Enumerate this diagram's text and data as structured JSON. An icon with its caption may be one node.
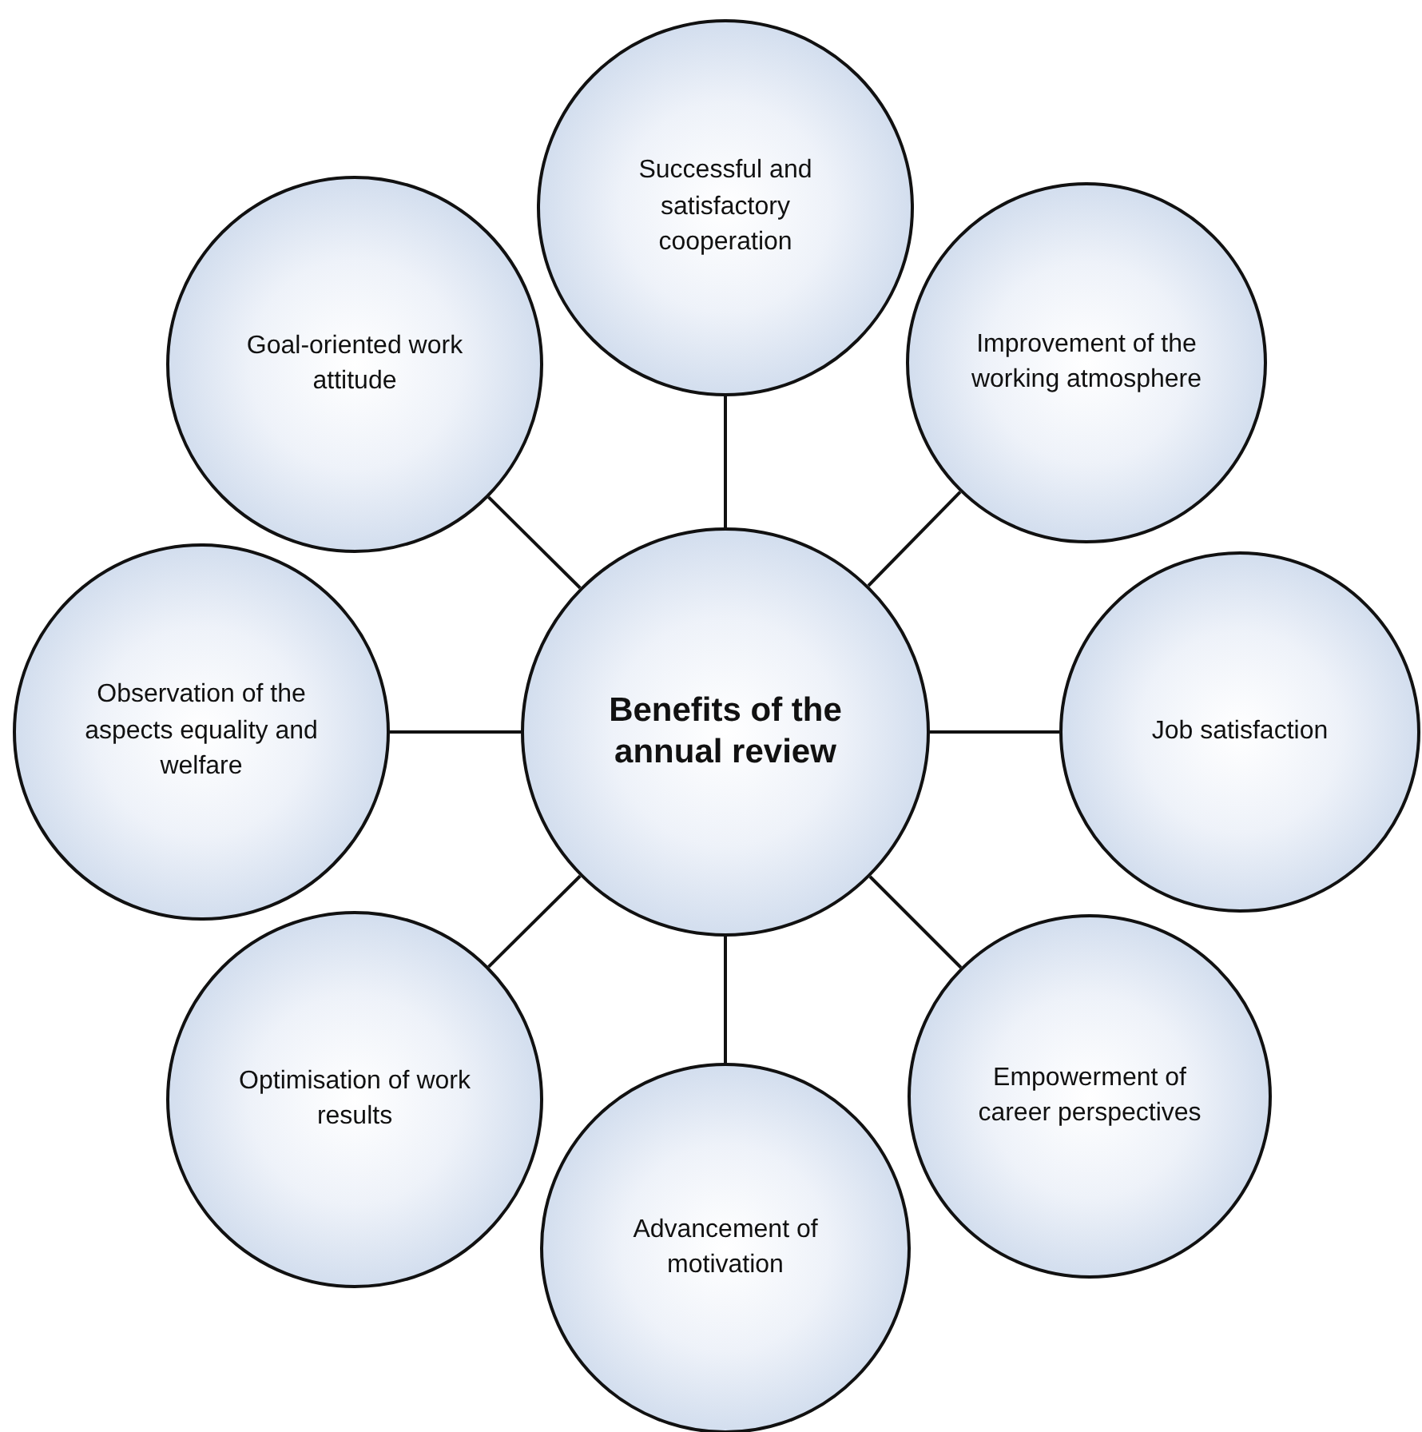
{
  "diagram": {
    "nodes": [
      {
        "text": [
          "Benefits of the annual review"
        ]
      },
      {
        "text": [
          "Successful and satisfactory cooperation"
        ]
      },
      {
        "text": [
          "Improvement of the working atmosphere"
        ]
      },
      {
        "text": [
          "Job satisfaction"
        ]
      },
      {
        "text": [
          "Empowerment of career perspectives"
        ]
      },
      {
        "text": [
          "Advancement of motivation"
        ]
      },
      {
        "text": [
          "Optimisation of work results"
        ]
      },
      {
        "text": [
          "Observation of the aspects equality and welfare"
        ]
      },
      {
        "text": [
          "Goal-oriented work attitude"
        ]
      }
    ],
    "edges": [
      {
        "from": 0,
        "to": 1,
        "arrow": "none"
      },
      {
        "from": 0,
        "to": 2,
        "arrow": "none"
      },
      {
        "from": 0,
        "to": 3,
        "arrow": "none"
      },
      {
        "from": 0,
        "to": 4,
        "arrow": "none"
      },
      {
        "from": 0,
        "to": 5,
        "arrow": "none"
      },
      {
        "from": 0,
        "to": 6,
        "arrow": "none"
      },
      {
        "from": 0,
        "to": 7,
        "arrow": "none"
      },
      {
        "from": 0,
        "to": 8,
        "arrow": "none"
      }
    ]
  }
}
